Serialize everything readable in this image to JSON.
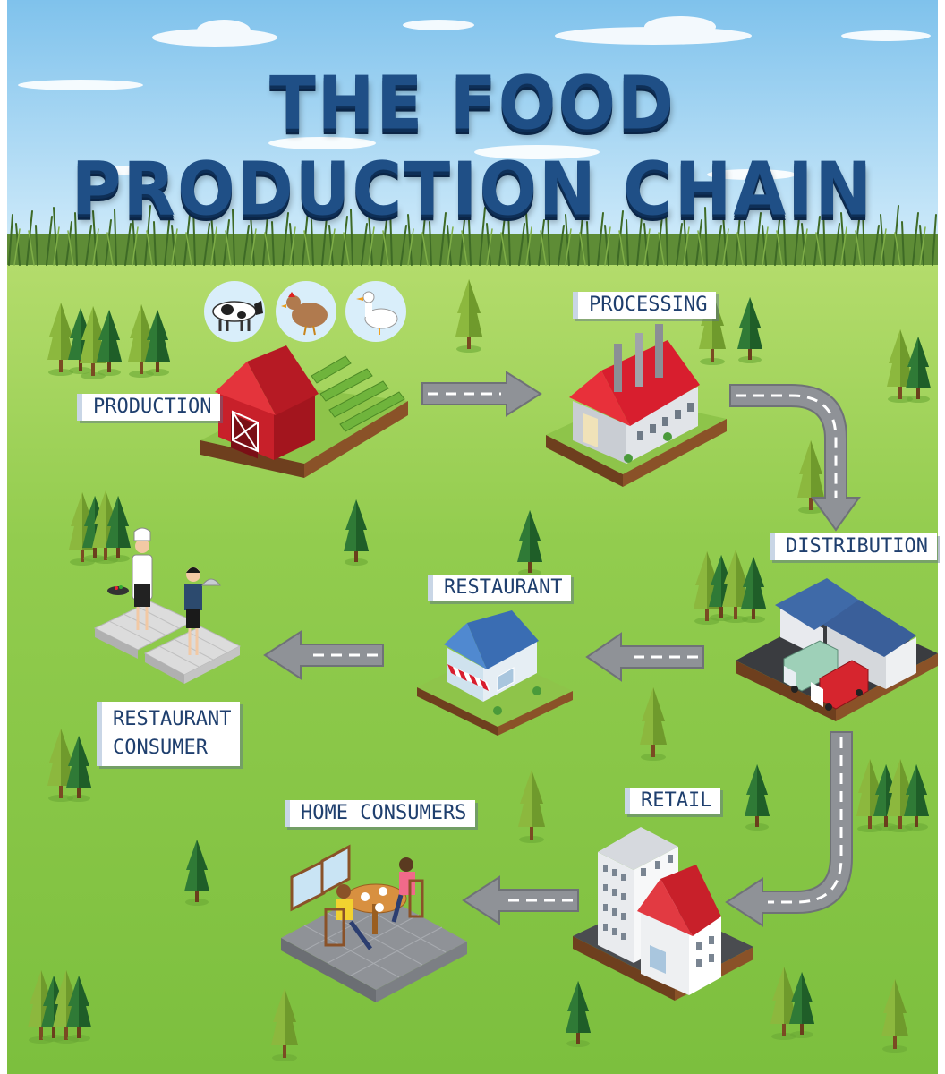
{
  "title": "THE FOOD PRODUCTION CHAIN",
  "stages": {
    "production": "PRODUCTION",
    "processing": "PROCESSING",
    "distribution": "DISTRIBUTION",
    "restaurant": "RESTAURANT",
    "restaurant_consumer": [
      "RESTAURANT",
      "CONSUMER"
    ],
    "retail": "RETAIL",
    "home_consumers": "HOME CONSUMERS"
  },
  "icons": [
    "cow-icon",
    "chicken-icon",
    "duck-icon"
  ],
  "colors": {
    "sky": "#8fcdf0",
    "grass": "#8cc84a",
    "title": "#1f4f86",
    "barn": "#c8202a",
    "roof_red": "#d81e2e",
    "roof_blue": "#3a6db3",
    "road": "#9a9da3"
  }
}
